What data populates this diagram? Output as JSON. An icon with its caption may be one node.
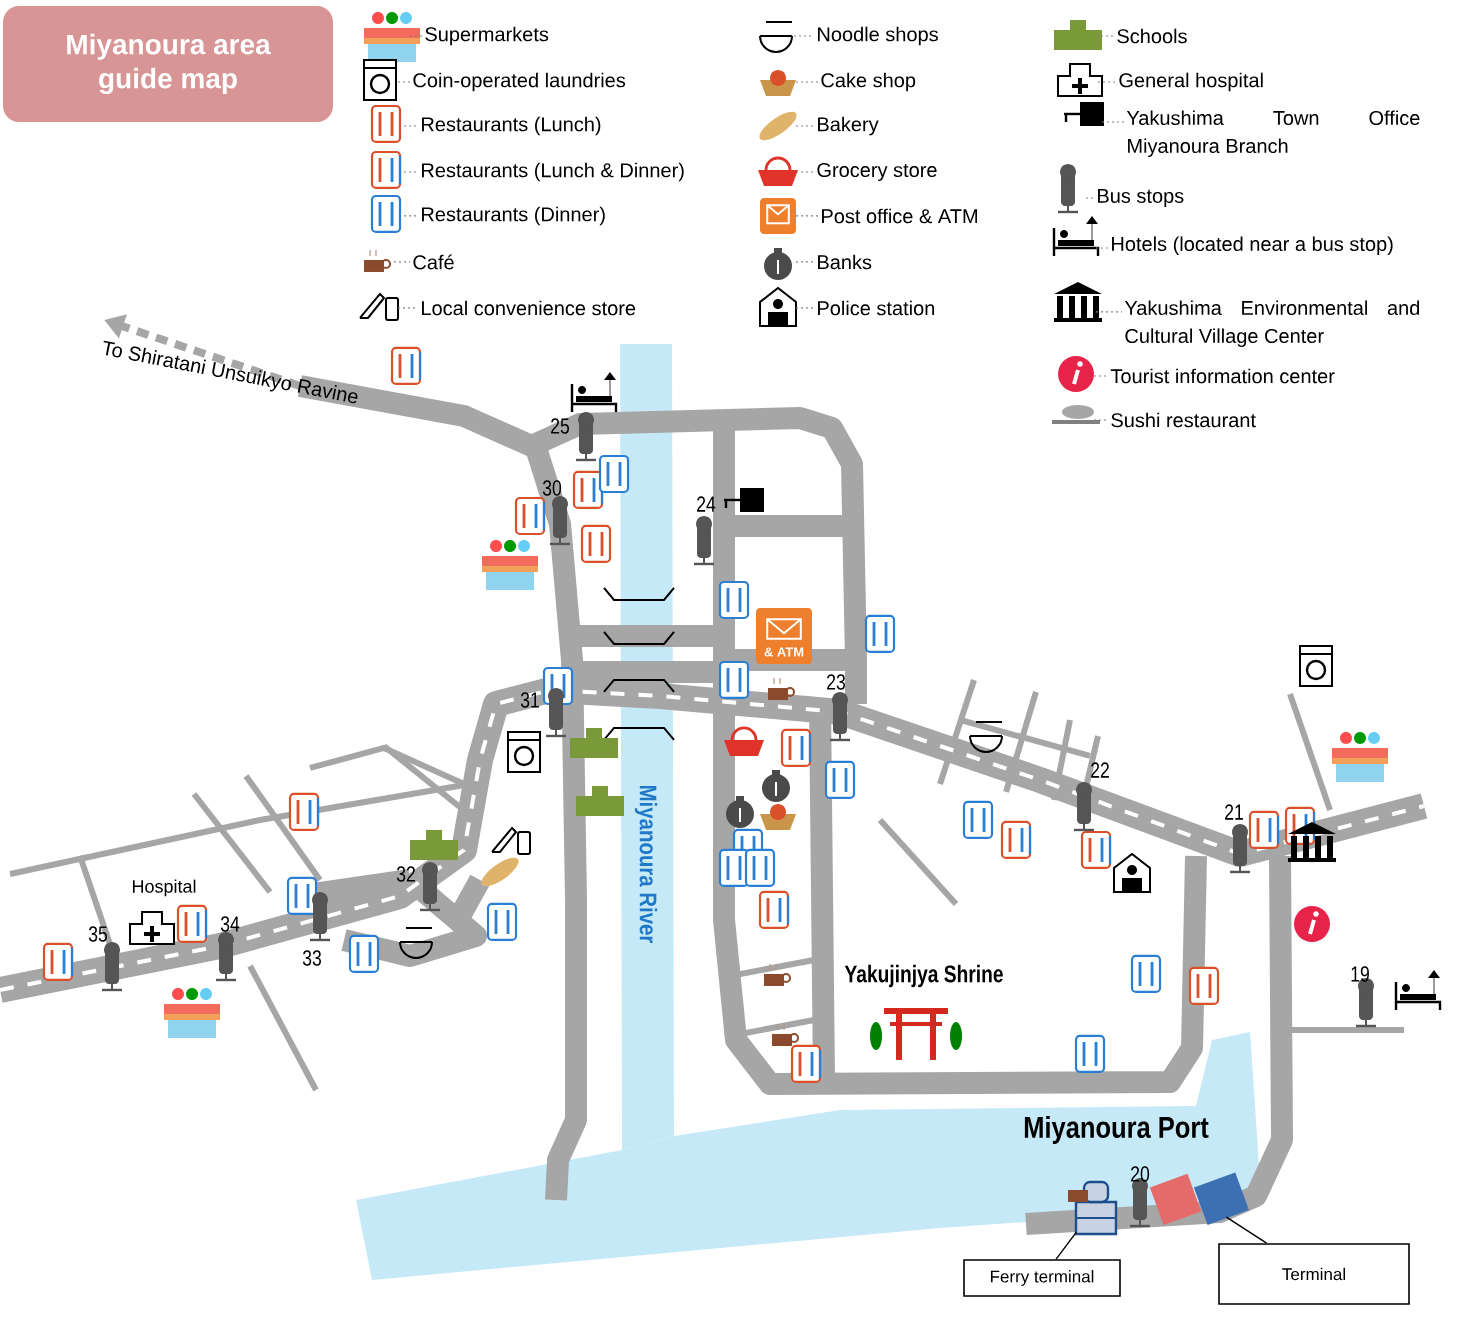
{
  "diagram": {
    "title": "Miyanoura area guide map",
    "nodes": [
      {
        "text": [],
        "shape": "picture"
      },
      {
        "text": [],
        "shape": "picture"
      },
      {
        "text": [
          "Ferry terminal"
        ]
      },
      {
        "text": [
          "Terminal"
        ]
      }
    ],
    "edges": [
      {
        "from": 2,
        "to": 0,
        "arrow": "none"
      },
      {
        "from": 3,
        "to": 1,
        "arrow": "none"
      }
    ],
    "labels": [
      "To Shiratani Unsuikyo Ravine",
      "25",
      "30",
      "24",
      "& ATM",
      "23",
      "31",
      "22",
      "21",
      "Hospital",
      "32",
      "35",
      "34",
      "Miyanoura River",
      "33",
      "Yakujinjya Shrine",
      "19",
      "Miyanoura Port",
      "20"
    ],
    "legend": [
      {
        "text": "Supermarkets"
      },
      {
        "text": "Coin-operated laundries"
      },
      {
        "text": "Restaurants (Lunch)"
      },
      {
        "text": "Restaurants (Lunch & Dinner)"
      },
      {
        "text": "Restaurants (Dinner)"
      },
      {
        "text": "Café"
      },
      {
        "text": "Local convenience store"
      },
      {
        "text": "Noodle shops"
      },
      {
        "text": "Cake shop"
      },
      {
        "text": "Bakery"
      },
      {
        "text": "Grocery store"
      },
      {
        "text": "Post office & ATM"
      },
      {
        "text": "Banks"
      },
      {
        "text": "Police station"
      },
      {
        "text": "Schools"
      },
      {
        "text": "General hospital"
      },
      {
        "text": "Yakushima Town Office Miyanoura Branch"
      },
      {
        "text": "Bus stops"
      },
      {
        "text": "Hotels (located near a bus stop)"
      },
      {
        "text": "Yakushima Environmental and Cultural Village Center"
      },
      {
        "text": "Tourist information center"
      },
      {
        "text": "Sushi restaurant"
      }
    ]
  }
}
